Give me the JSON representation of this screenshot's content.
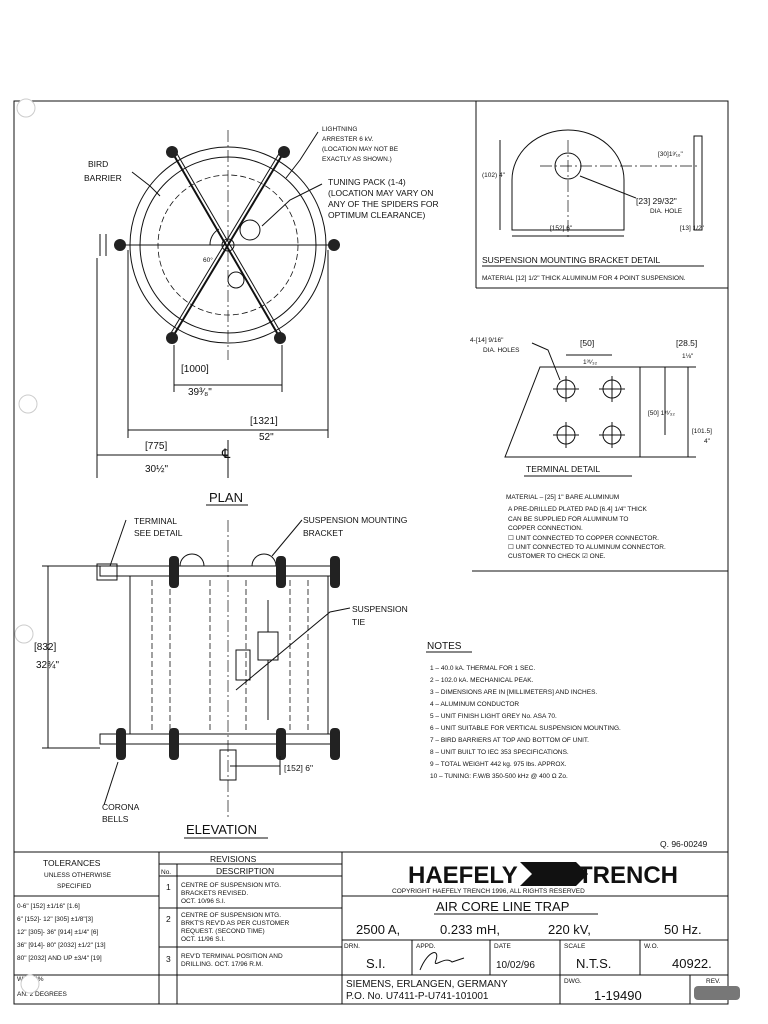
{
  "plan": {
    "bird_1": "BIRD",
    "bird_2": "BARRIER",
    "arrester_1": "LIGHTNING",
    "arrester_2": "ARRESTER 6 kV.",
    "arrester_3": "(LOCATION MAY NOT BE",
    "arrester_4": "EXACTLY AS SHOWN.)",
    "tuning_1": "TUNING PACK (1-4)",
    "tuning_2": "(LOCATION MAY VARY ON",
    "tuning_3": "ANY OF THE SPIDERS FOR",
    "tuning_4": "OPTIMUM CLEARANCE)",
    "angle": "60°",
    "dim1000_mm": "[1000]",
    "dim1000_in": "39³⁄₈\"",
    "dim1321_mm": "[1321]",
    "dim1321_in": "52\"",
    "dim775_mm": "[775]",
    "dim775_in": "30½\"",
    "centerline": "℄",
    "title": "PLAN"
  },
  "bracket": {
    "h": "(102) 4\"",
    "w": "[152] 6\"",
    "t": "[13] 1/2\"",
    "hole": "[23] 29/32\"",
    "hole_2": "DIA. HOLE",
    "top": "[30]1³⁄₁₆\"",
    "title": "SUSPENSION MOUNTING BRACKET DETAIL",
    "material": "MATERIAL [12] 1/2\" THICK ALUMINUM FOR 4 POINT SUSPENSION."
  },
  "terminal": {
    "holes_1": "4-[14] 9/16\"",
    "holes_2": "DIA. HOLES",
    "d50_mm": "[50]",
    "d50_in": "1³¹⁄₃₂",
    "d285_mm": "[28.5]",
    "d285_in": "1⅛\"",
    "d50v": "[50] 1³¹⁄₃₂",
    "d1015_mm": "[101.5]",
    "d1015_in": "4\"",
    "title": "TERMINAL DETAIL"
  },
  "material": [
    "MATERIAL –  [25] 1\"     BARE ALUMINUM",
    "A PRE-DRILLED PLATED PAD [6.4] 1/4\" THICK",
    "CAN BE SUPPLIED FOR ALUMINUM TO",
    "COPPER CONNECTION.",
    "☐ UNIT CONNECTED TO COPPER CONNECTOR.",
    "☐ UNIT CONNECTED TO ALUMINUM CONNECTOR.",
    "CUSTOMER TO CHECK ☑ ONE."
  ],
  "elevation": {
    "terminal_1": "TERMINAL",
    "terminal_2": "SEE DETAIL",
    "bracket_1": "SUSPENSION MOUNTING",
    "bracket_2": "BRACKET",
    "tie_1": "SUSPENSION",
    "tie_2": "TIE",
    "h_mm": "[832]",
    "h_in": "32¾\"",
    "corona_1": "CORONA",
    "corona_2": "BELLS",
    "d152": "[152] 6\"",
    "title": "ELEVATION"
  },
  "notes": {
    "title": "NOTES",
    "items": [
      "1  –  40.0  kA. THERMAL FOR 1 SEC.",
      "2  –  102.0  kA. MECHANICAL PEAK.",
      "3  –  DIMENSIONS ARE IN [MILLIMETERS] AND INCHES.",
      "4  –  ALUMINUM CONDUCTOR",
      "5  –  UNIT FINISH LIGHT  GREY No. ASA 70.",
      "6  –  UNIT SUITABLE FOR VERTICAL SUSPENSION MOUNTING.",
      "7  –  BIRD BARRIERS AT TOP AND BOTTOM OF UNIT.",
      "8  –  UNIT BUILT TO IEC 353 SPECIFICATIONS.",
      "9  –  TOTAL WEIGHT 442 kg. 975 lbs. APPROX.",
      "10 –  TUNING: F.W/B 350-500 kHz @ 400 Ω Zo."
    ]
  },
  "q_number": "Q. 96-00249",
  "tolerances": {
    "h1": "TOLERANCES",
    "h2": "UNLESS OTHERWISE",
    "h3": "SPECIFIED",
    "rows": [
      "0-6\" [152] ±1/16\" [1.6]",
      "6\" [152]- 12\" [305] ±1/8\"[3]",
      "12\" [305]- 36\" [914] ±1/4\" [6]",
      "36\" [914]- 80\" [2032] ±1/2\" [13]",
      "80\" [2032] AND UP ±3/4\" [19]",
      "WE'      20%",
      "AN.      2 DEGREES"
    ]
  },
  "revisions": {
    "title": "REVISIONS",
    "col_no": "No.",
    "col_desc": "DESCRIPTION",
    "items": [
      {
        "no": "1",
        "l1": "CENTRE OF SUSPENSION MTG.",
        "l2": "BRACKETS REVISED.",
        "l3": "OCT. 10/96    S.I."
      },
      {
        "no": "2",
        "l1": "CENTRE OF SUSPENSION MTG.",
        "l2": "BRKT'S REV'D AS PER CUSTOMER",
        "l3": "REQUEST.   (SECOND TIME)",
        "l4": "OCT. 11/96    S.I."
      },
      {
        "no": "3",
        "l1": "REV'D TERMINAL POSITION AND",
        "l2": "DRILLING. OCT. 17/96 R.M."
      }
    ]
  },
  "title_block": {
    "brand_left": "HAEFELY",
    "brand_right": "TRENCH",
    "copyright": "COPYRIGHT HAEFELY TRENCH 1996, ALL RIGHTS RESERVED",
    "product": "AIR CORE LINE TRAP",
    "rating_current": "2500 A,",
    "rating_inductance": "0.233 mH,",
    "rating_voltage": "220 kV,",
    "rating_freq": "50 Hz.",
    "drn_label": "DRN.",
    "drn": "S.I.",
    "appd_label": "APPD.",
    "date_label": "DATE",
    "date": "10/02/96",
    "scale_label": "SCALE",
    "scale": "N.T.S.",
    "wo_label": "W.O.",
    "wo": "40922.",
    "customer_1": "SIEMENS, ERLANGEN, GERMANY",
    "customer_2": "P.O. No. U7411-P-U741-101001",
    "dwg_label": "DWG.",
    "dwg": "1-19490",
    "rev_label": "REV."
  }
}
